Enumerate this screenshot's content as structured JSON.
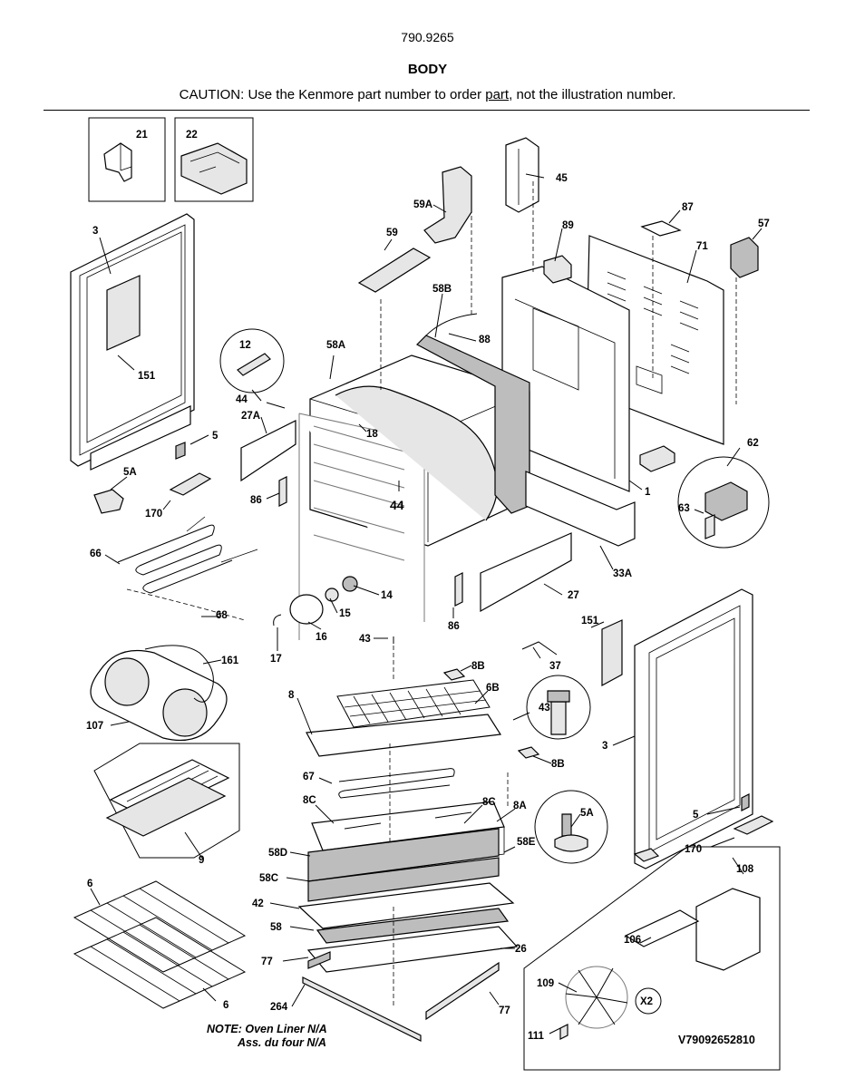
{
  "header": {
    "doc_number": "790.9265",
    "title": "BODY",
    "caution_prefix": "CAUTION: Use the Kenmore part number to order ",
    "caution_link": "part",
    "caution_suffix": ", not the illustration number."
  },
  "callouts": {
    "c21": "21",
    "c22": "22",
    "c45": "45",
    "c59A": "59A",
    "c87": "87",
    "c57": "57",
    "c3a": "3",
    "c59": "59",
    "c89": "89",
    "c71": "71",
    "c58B": "58B",
    "c88": "88",
    "c12": "12",
    "c58A": "58A",
    "c151a": "151",
    "c44a": "44",
    "c27A": "27A",
    "c18": "18",
    "c5a": "5",
    "c44b": "44",
    "c62": "62",
    "c5A_a": "5A",
    "c1": "1",
    "c86a": "86",
    "c63": "63",
    "c170a": "170",
    "c66": "66",
    "c33A": "33A",
    "c14": "14",
    "c27": "27",
    "c15": "15",
    "c68": "68",
    "c16": "16",
    "c86b": "86",
    "c151b": "151",
    "c43a": "43",
    "c17": "17",
    "c161": "161",
    "c8B_a": "8B",
    "c37": "37",
    "c8": "8",
    "c6B": "6B",
    "c43b": "43",
    "c107": "107",
    "c3b": "3",
    "c8B_b": "8B",
    "c67": "67",
    "c8C_a": "8C",
    "c8C_b": "8C",
    "c8A": "8A",
    "c5A_b": "5A",
    "c5b": "5",
    "c108": "108",
    "c58E": "58E",
    "c9": "9",
    "c170b": "170",
    "c58D": "58D",
    "c58C": "58C",
    "c6a": "6",
    "c42": "42",
    "c106": "106",
    "c58": "58",
    "c26": "26",
    "c77a": "77",
    "c109": "109",
    "cX2": "X2",
    "c6b": "6",
    "c264": "264",
    "c77b": "77",
    "c111": "111"
  },
  "notes": {
    "line1": "NOTE: Oven Liner N/A",
    "line2": "Ass. du four N/A"
  },
  "figure_code": "V79092652810"
}
